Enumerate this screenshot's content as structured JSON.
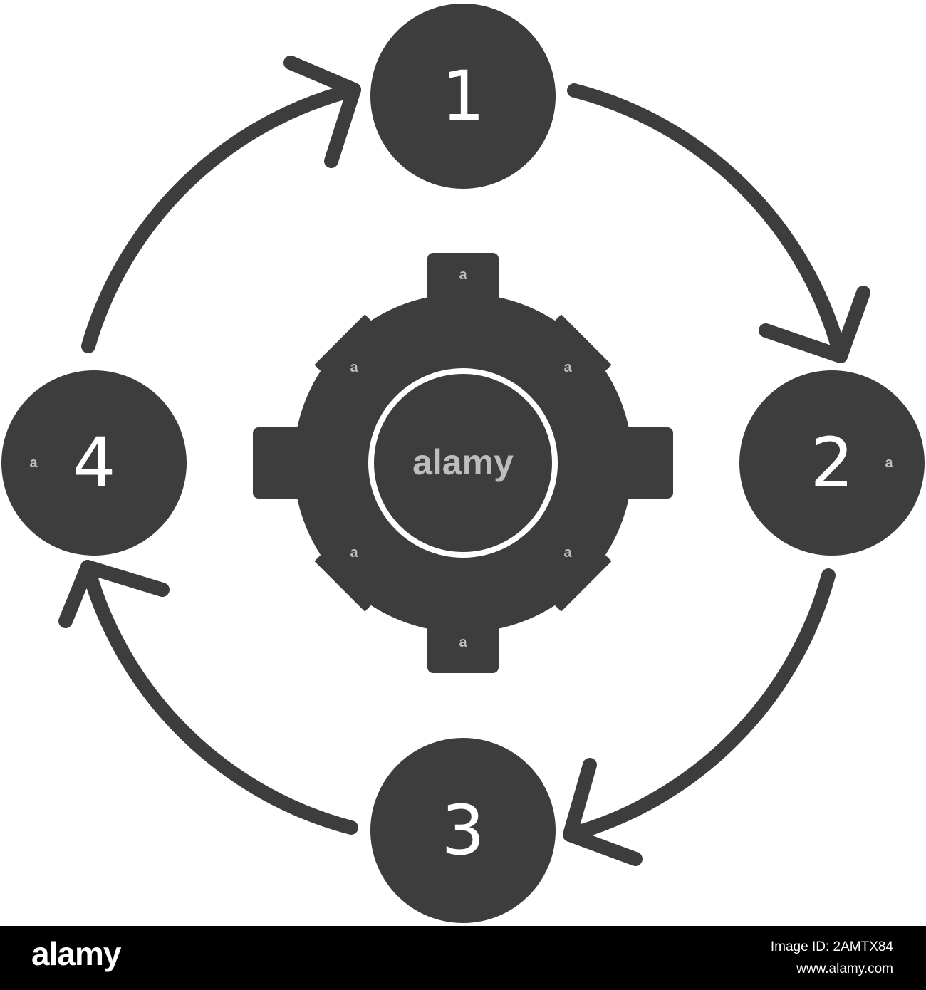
{
  "diagram": {
    "colors": {
      "fill": "#3d3d3d",
      "text": "#ffffff",
      "background": "#ffffff",
      "watermark": "#bdbdbd"
    },
    "center_icon": "gear-icon",
    "steps": [
      {
        "label": "1"
      },
      {
        "label": "2"
      },
      {
        "label": "3"
      },
      {
        "label": "4"
      }
    ]
  },
  "watermark": {
    "text": "alamy",
    "small_mark": "a"
  },
  "footer": {
    "logo": "alamy",
    "image_id": "Image ID: 2AMTX84",
    "url": "www.alamy.com"
  }
}
